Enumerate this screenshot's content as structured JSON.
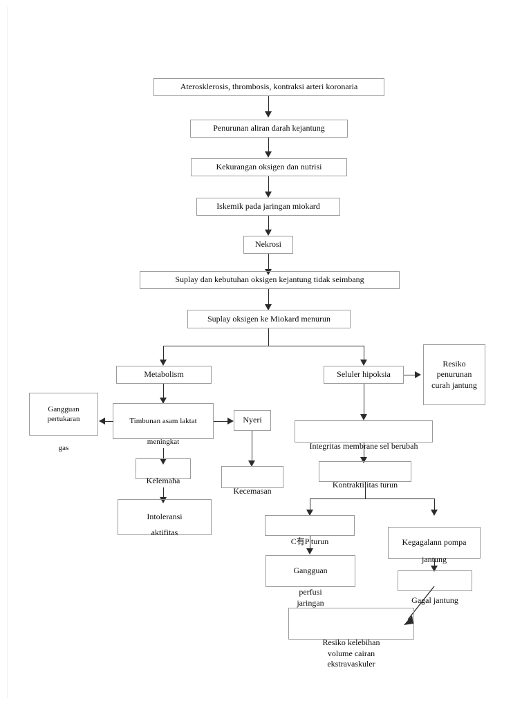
{
  "diagram": {
    "title": "Pathway Aterosklerosis - Iskemik Miokard",
    "language": "id",
    "style": {
      "box_border_color": "#9a9a9a",
      "connector_color": "#2b2b2b",
      "text_color": "#0b0b0b",
      "background": "#ffffff"
    },
    "nodes": {
      "n1": {
        "label": "Aterosklerosis, thrombosis, kontraksi arteri koronaria"
      },
      "n2": {
        "label": "Penurunan aliran darah kejantung"
      },
      "n3": {
        "label": "Kekurangan oksigen dan nutrisi"
      },
      "n4": {
        "label": "Iskemik pada jaringan miokard"
      },
      "n5": {
        "label": "Nekrosi"
      },
      "n6": {
        "label": "Suplay dan kebutuhan oksigen kejantung tidak seimbang"
      },
      "n7": {
        "label": "Suplay oksigen ke Miokard menurun"
      },
      "n8": {
        "label": "Metabolism"
      },
      "n9": {
        "label": "Timbunan asam laktat",
        "overflow_label": "meningkat"
      },
      "n10": {
        "label": "Gangguan pertukaran",
        "overflow_label": "gas"
      },
      "n11": {
        "label": "Nyeri"
      },
      "n12": {
        "label": "",
        "overflow_label": "Kelemaha"
      },
      "n13": {
        "label": "Intoleransi",
        "overflow_label": "aktifitas"
      },
      "n14": {
        "label": "",
        "overflow_label": "Kecemasan"
      },
      "n15": {
        "label": "Seluler hipoksia"
      },
      "n16": {
        "label": "Resiko penurunan curah jantung"
      },
      "n17": {
        "label": "",
        "overflow_label": "Integritas membrane sel berubah"
      },
      "n18": {
        "label": "",
        "overflow_label": "Kontraktilitas turun"
      },
      "n19": {
        "label": "",
        "overflow_label": "C有P turun"
      },
      "n20": {
        "label": "Gangguan",
        "overflow_label": "perfusi\njaringan"
      },
      "n21": {
        "label": "Kegagalann pompa",
        "overflow_label": "jantung"
      },
      "n22": {
        "label": "",
        "overflow_label": "Gagal jantung"
      },
      "n23": {
        "label": "",
        "overflow_label": "Resiko kelebihan\nvolume cairan\nekstravaskuler"
      }
    }
  }
}
